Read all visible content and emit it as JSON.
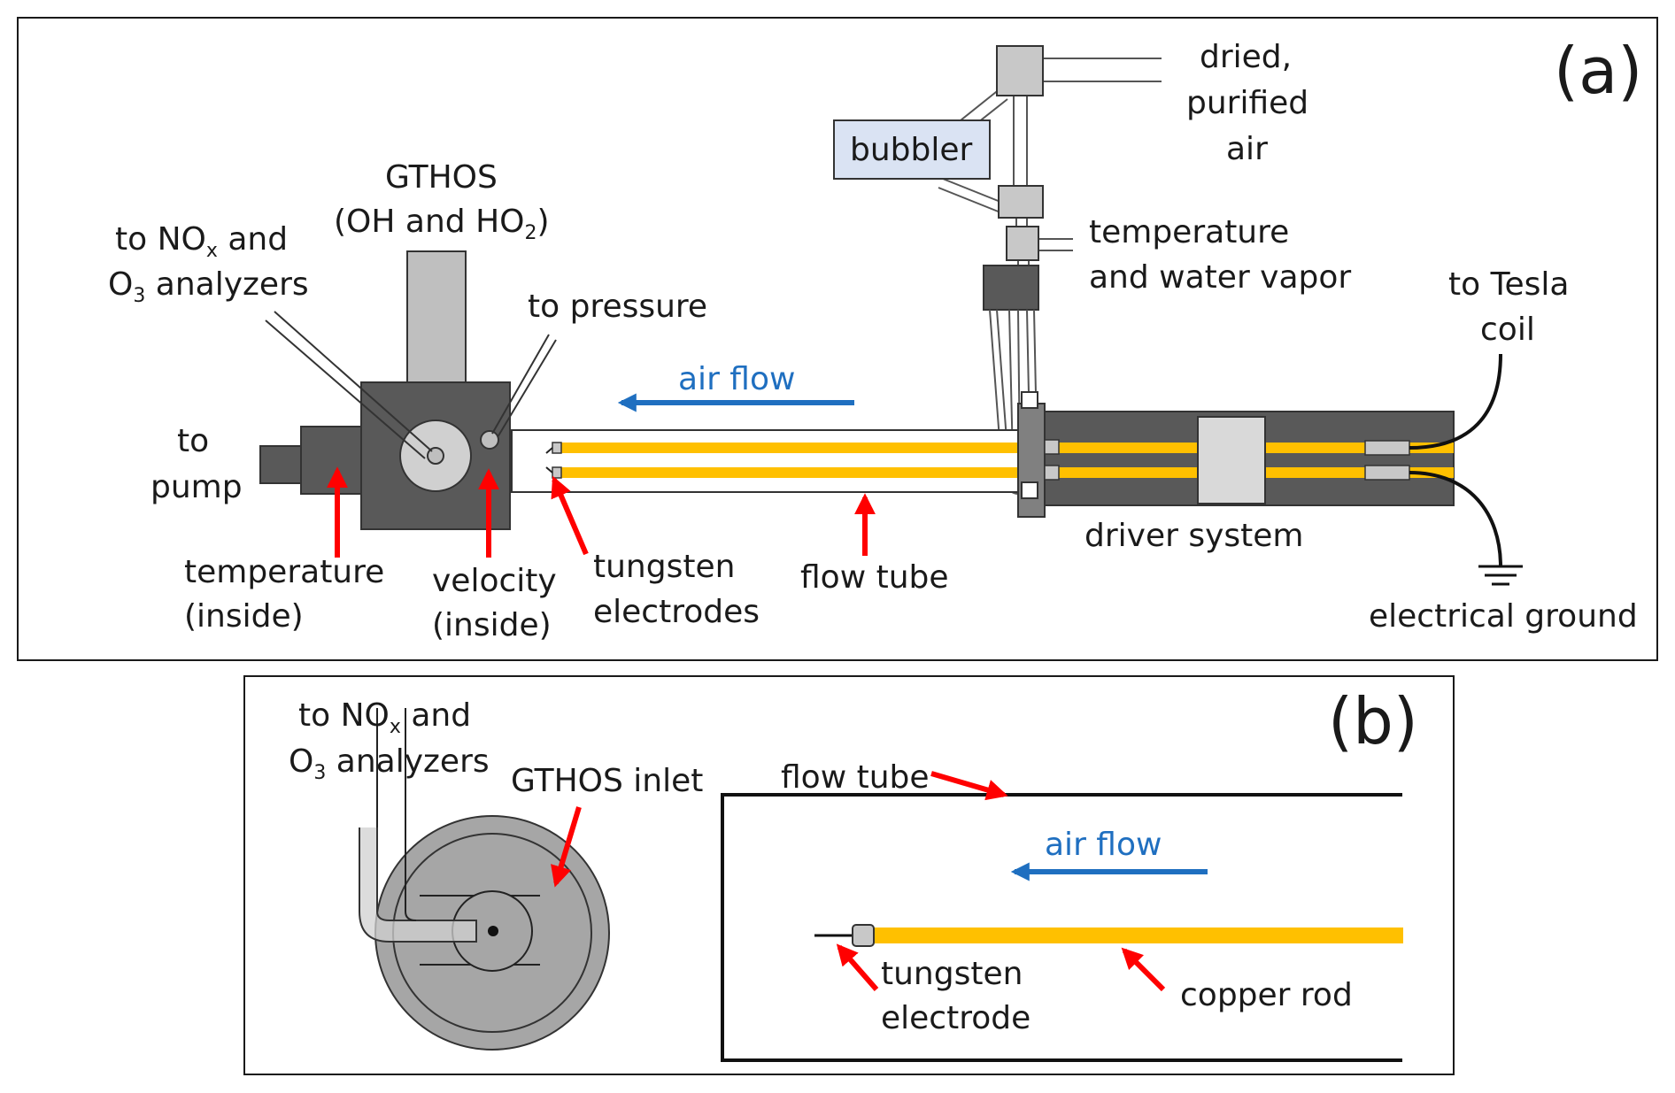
{
  "panel_a": {
    "letter": "(a)",
    "labels": {
      "dried_1": "dried,",
      "dried_2": "purified",
      "dried_3": "air",
      "bubbler": "bubbler",
      "temp_wv_1": "temperature",
      "temp_wv_2": "and water vapor",
      "gthos_1": "GTHOS",
      "gthos_2a": "(OH and HO",
      "gthos_2sub": "2",
      "gthos_2b": ")",
      "nox_1a": "to NO",
      "nox_1sub": "x",
      "nox_1b": " and",
      "nox_2a": "O",
      "nox_2sub": "3",
      "nox_2b": " analyzers",
      "to_pressure": "to pressure",
      "air_flow": "air flow",
      "to_tesla_1": "to Tesla",
      "to_tesla_2": "coil",
      "to_pump_1": "to",
      "to_pump_2": "pump",
      "temp_inside_1": "temperature",
      "temp_inside_2": "(inside)",
      "velocity_1": "velocity",
      "velocity_2": "(inside)",
      "tungsten_1": "tungsten",
      "tungsten_2": "electrodes",
      "flow_tube": "flow tube",
      "driver_system": "driver system",
      "ground": "electrical ground"
    }
  },
  "panel_b": {
    "letter": "(b)",
    "labels": {
      "nox_1a": "to NO",
      "nox_1sub": "x",
      "nox_1b": " and",
      "nox_2a": "O",
      "nox_2sub": "3",
      "nox_2b": " analyzers",
      "gthos_inlet": "GTHOS inlet",
      "flow_tube": "flow tube",
      "air_flow": "air flow",
      "tungsten_1": "tungsten",
      "tungsten_2": "electrode",
      "copper_rod": "copper rod"
    }
  },
  "colors": {
    "rod": "#ffc000",
    "dark_gray": "#595959",
    "mid_gray": "#a6a6a6",
    "light_gray": "#c8c8c8",
    "arrow_red": "#ff0000",
    "arrow_blue": "#1f6fc0",
    "bubbler_fill": "#dae3f3"
  }
}
